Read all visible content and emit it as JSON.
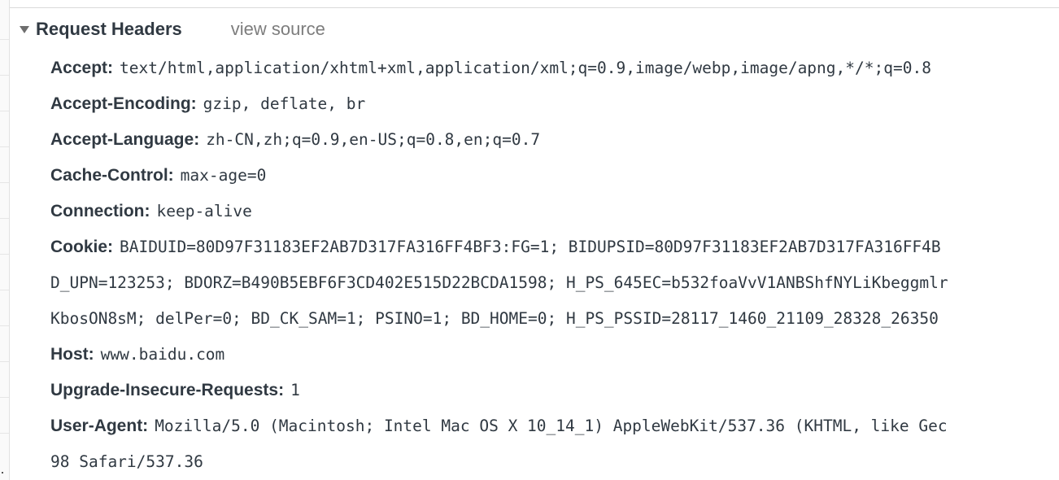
{
  "section": {
    "title": "Request Headers",
    "view_source": "view source"
  },
  "headers": [
    {
      "name": "Accept:",
      "value": "text/html,application/xhtml+xml,application/xml;q=0.9,image/webp,image/apng,*/*;q=0.8"
    },
    {
      "name": "Accept-Encoding:",
      "value": "gzip, deflate, br"
    },
    {
      "name": "Accept-Language:",
      "value": "zh-CN,zh;q=0.9,en-US;q=0.8,en;q=0.7"
    },
    {
      "name": "Cache-Control:",
      "value": "max-age=0"
    },
    {
      "name": "Connection:",
      "value": "keep-alive"
    },
    {
      "name": "Cookie:",
      "value": "BAIDUID=80D97F31183EF2AB7D317FA316FF4BF3:FG=1; BIDUPSID=80D97F31183EF2AB7D317FA316FF4B",
      "cont": [
        "D_UPN=123253; BDORZ=B490B5EBF6F3CD402E515D22BCDA1598; H_PS_645EC=b532foaVvV1ANBShfNYLiKbeggmlr",
        "KbosON8sM; delPer=0; BD_CK_SAM=1; PSINO=1; BD_HOME=0; H_PS_PSSID=28117_1460_21109_28328_26350"
      ]
    },
    {
      "name": "Host:",
      "value": "www.baidu.com"
    },
    {
      "name": "Upgrade-Insecure-Requests:",
      "value": "1"
    },
    {
      "name": "User-Agent:",
      "value": "Mozilla/5.0 (Macintosh; Intel Mac OS X 10_14_1) AppleWebKit/537.36 (KHTML, like Gec",
      "cont": [
        "98 Safari/537.36"
      ]
    }
  ]
}
